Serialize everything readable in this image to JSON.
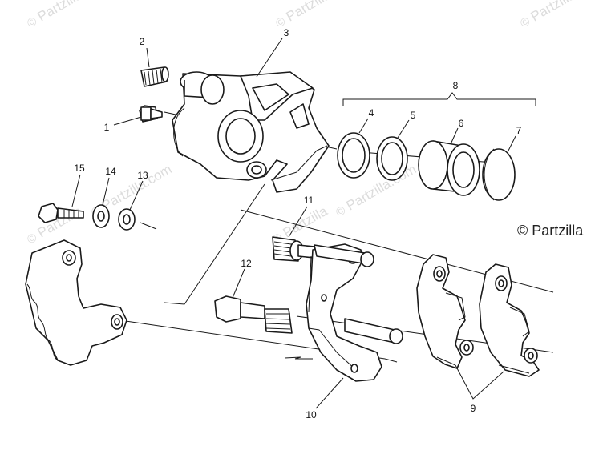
{
  "watermark_text": "Partzilla",
  "watermark_text_with_domain": "Partzilla.com",
  "watermark_symbol": "©",
  "credit": "© Partzilla",
  "callouts": {
    "c1": "1",
    "c2": "2",
    "c3": "3",
    "c4": "4",
    "c5": "5",
    "c6": "6",
    "c7": "7",
    "c8": "8",
    "c9": "9",
    "c10": "10",
    "c11": "11",
    "c12": "12",
    "c13": "13",
    "c14": "14",
    "c15": "15"
  },
  "colors": {
    "line": "#1a1a1a",
    "watermark": "#dcdcdc",
    "background": "#ffffff"
  }
}
